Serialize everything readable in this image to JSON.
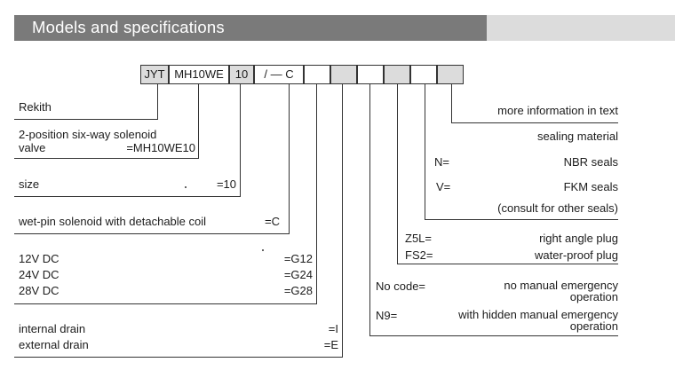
{
  "header": {
    "title": "Models and specifications",
    "dark_color": "#7a7a7a",
    "light_color": "#dcdcdc"
  },
  "code_boxes": [
    {
      "text": "JYT"
    },
    {
      "text": "MH10WE"
    },
    {
      "text": "10"
    },
    {
      "text": "/ — C"
    },
    {
      "text": ""
    },
    {
      "text": ""
    },
    {
      "text": ""
    },
    {
      "text": ""
    },
    {
      "text": ""
    },
    {
      "text": ""
    }
  ],
  "left": {
    "rekith": "Rekith",
    "valve_line1": "2-position six-way solenoid",
    "valve_line2": "valve",
    "valve_code": "=MH10WE10",
    "size_label": "size",
    "size_code": "=10",
    "coil_label": "wet-pin solenoid with detachable coil",
    "coil_code": "=C",
    "voltages": [
      {
        "label": "12V DC",
        "code": "=G12"
      },
      {
        "label": "24V DC",
        "code": "=G24"
      },
      {
        "label": "28V DC",
        "code": "=G28"
      }
    ],
    "drains": [
      {
        "label": "internal drain",
        "code": "=I"
      },
      {
        "label": "external drain",
        "code": "=E"
      }
    ]
  },
  "right": {
    "more_info": "more information in text",
    "sealing": "sealing material",
    "seals": [
      {
        "code": "N=",
        "label": "NBR seals"
      },
      {
        "code": "V=",
        "label": "FKM seals"
      }
    ],
    "consult": "(consult for other seals)",
    "plugs": [
      {
        "code": "Z5L=",
        "label": "right angle plug"
      },
      {
        "code": "FS2=",
        "label": "water-proof plug"
      }
    ],
    "manual": [
      {
        "code": "No code=",
        "line1": "no manual emergency",
        "line2": "operation"
      },
      {
        "code": "N9=",
        "line1": "with hidden manual emergency",
        "line2": "operation"
      }
    ]
  }
}
